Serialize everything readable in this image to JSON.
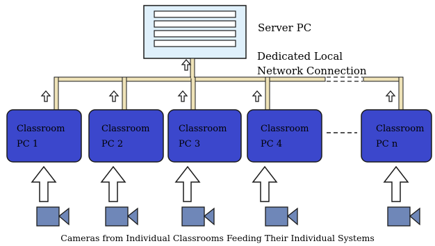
{
  "server": {
    "label": "Server PC"
  },
  "network": {
    "line1": "Dedicated Local",
    "line2": "Network Connection"
  },
  "classrooms": [
    {
      "line1": "Classroom",
      "line2": "PC 1"
    },
    {
      "line1": "Classroom",
      "line2": "PC 2"
    },
    {
      "line1": "Classroom",
      "line2": "PC 3"
    },
    {
      "line1": "Classroom",
      "line2": "PC 4"
    },
    {
      "line1": "Classroom",
      "line2": "PC n"
    }
  ],
  "caption": "Cameras from Individual Classrooms Feeding Their Individual Systems",
  "colors": {
    "pc_fill": "#3b47cc",
    "server_fill": "#dff0fb",
    "camera_fill": "#6f87b8",
    "bus_fill": "#efe3b8"
  }
}
